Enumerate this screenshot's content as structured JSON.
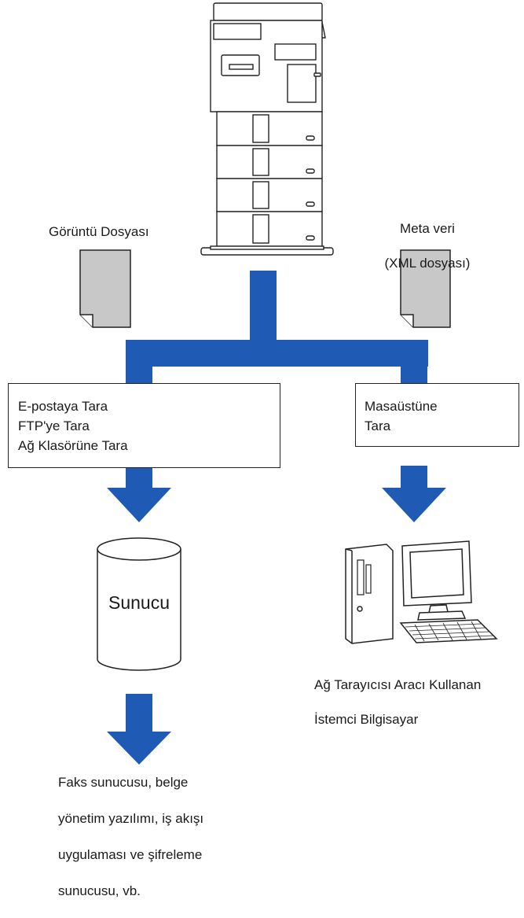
{
  "labels": {
    "image_file": "Görüntü Dosyası",
    "metadata_line1": "Meta veri",
    "metadata_line2": "(XML dosyası)",
    "client_line1": "Ağ Tarayıcısı Aracı Kullanan",
    "client_line2": "İstemci Bilgisayar",
    "server": "Sunucu",
    "services_line1": "Faks sunucusu, belge",
    "services_line2": "yönetim yazılımı, iş akışı",
    "services_line3": "uygulaması ve şifreleme",
    "services_line4": "sunucusu, vb."
  },
  "left_box": {
    "line1": "E-postaya Tara",
    "line2": "FTP'ye Tara",
    "line3": "Ağ Klasörüne Tara"
  },
  "right_box": {
    "line1": "Masaüstüne",
    "line2": "Tara"
  },
  "colors": {
    "flow_blue": "#1f5bb5",
    "document_gray": "#c8c8c8",
    "outline": "#222222"
  },
  "icons": [
    "printer-icon",
    "document-icon",
    "server-cylinder-icon",
    "computer-icon"
  ]
}
